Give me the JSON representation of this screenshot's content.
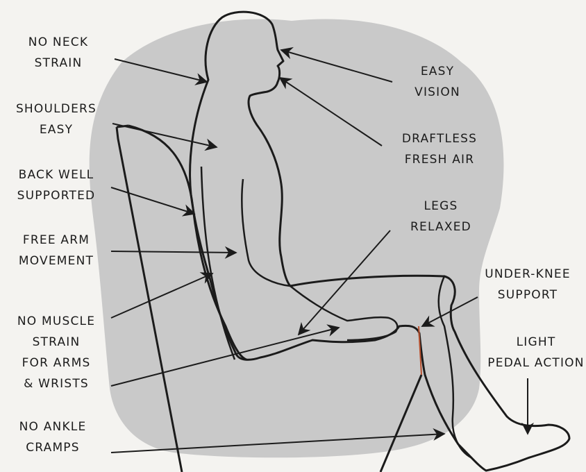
{
  "colors": {
    "paper": "#f4f3f0",
    "blob": "#c9c9c9",
    "ink": "#1b1b1b",
    "knee_mark": "#b8502e"
  },
  "labels": {
    "no_neck_strain": [
      "NO NECK",
      "STRAIN"
    ],
    "shoulders_easy": [
      "SHOULDERS",
      "EASY"
    ],
    "back_well_supported": [
      "BACK WELL",
      "SUPPORTED"
    ],
    "free_arm_movement": [
      "FREE ARM",
      "MOVEMENT"
    ],
    "no_muscle_strain": [
      "NO MUSCLE",
      "STRAIN",
      "FOR ARMS",
      "& WRISTS"
    ],
    "no_ankle_cramps": [
      "NO ANKLE",
      "CRAMPS"
    ],
    "easy_vision": [
      "EASY",
      "VISION"
    ],
    "draftless_fresh_air": [
      "DRAFTLESS",
      "FRESH AIR"
    ],
    "legs_relaxed": [
      "LEGS",
      "RELAXED"
    ],
    "under_knee_support": [
      "UNDER-KNEE",
      "SUPPORT"
    ],
    "light_pedal_action": [
      "LIGHT",
      "PEDAL ACTION"
    ]
  }
}
